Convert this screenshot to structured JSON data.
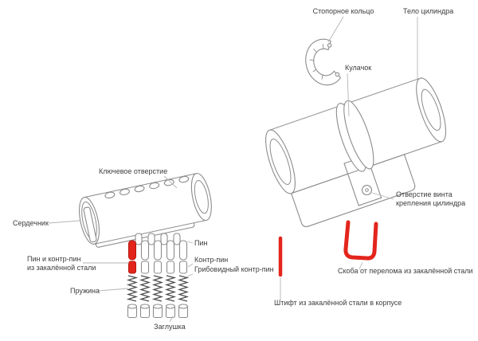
{
  "colors": {
    "background": "#ffffff",
    "outline": "#8c8c8c",
    "accent_red": "#e3251c",
    "accent_red_dark": "#b5170f",
    "label_text": "#3c3c3c",
    "leader_line": "#b5b5b5",
    "spring_coil": "#4a4a4a"
  },
  "labels": {
    "retaining_ring": "Стопорное кольцо",
    "cylinder_body": "Тело цилиндра",
    "cam": "Кулачок",
    "keyhole": "Ключевое отверстие",
    "core": "Сердечник",
    "pin": "Пин",
    "hardened_pin_counterpin_line1": "Пин и контр-пин",
    "hardened_pin_counterpin_line2": "из закалённой стали",
    "counterpin": "Контр-пин",
    "mushroom_counterpin": "Грибовидный контр-пин",
    "spring": "Пружина",
    "cap": "Заглушка",
    "screw_hole_line1": "Отверстие винта",
    "screw_hole_line2": "крепления цилиндра",
    "anti_snap_bracket": "Скоба от перелома из закалённой стали",
    "body_hardened_pin": "Штифт из закалённой стали в корпусе"
  }
}
